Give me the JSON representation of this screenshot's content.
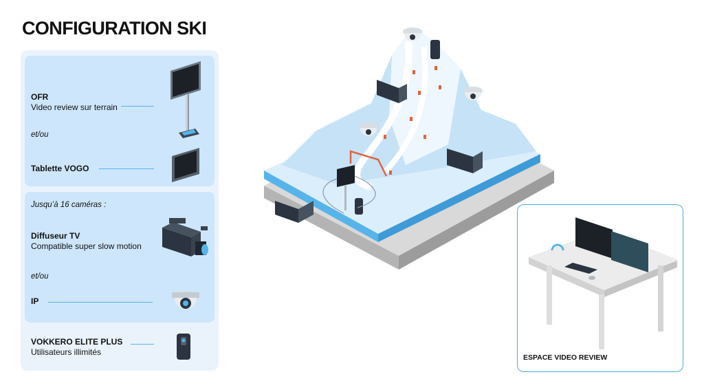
{
  "title": "CONFIGURATION SKI",
  "panel": {
    "ofr": {
      "title": "OFR",
      "subtitle": "Video review sur terrain"
    },
    "or_1": "et/ou",
    "tablet": {
      "title": "Tablette VOGO"
    },
    "cameras_note": "Jusqu’à 16 caméras :",
    "tv": {
      "title": "Diffuseur TV",
      "subtitle": "Compatible super slow motion"
    },
    "or_2": "et/ou",
    "ip": {
      "title": "IP"
    },
    "vokkero": {
      "title": "VOKKERO ELITE PLUS",
      "subtitle": "Utilisateurs illimités"
    }
  },
  "review_space": {
    "label": "ESPACE VIDEO REVIEW"
  },
  "colors": {
    "accent": "#4aa8e6",
    "panel_bg": "#eaf3fc",
    "group_bg": "#cde6fb",
    "snow": "#dbeefb",
    "dark": "#2b3440"
  }
}
